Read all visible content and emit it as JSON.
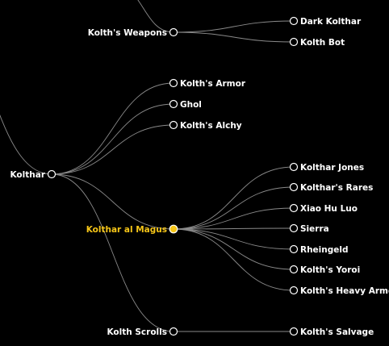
{
  "colors": {
    "background": "#000000",
    "link": "#8a8a8a",
    "node_stroke": "#ffffff",
    "node_fill": "#000000",
    "label": "#ffffff",
    "selected": "#f5c518"
  },
  "tree": {
    "name": "Kolthar",
    "children": [
      {
        "name": "Kolth's Weapons",
        "children": [
          {
            "name": "Dark Kolthar"
          },
          {
            "name": "Kolth Bot"
          }
        ]
      },
      {
        "name": "Kolth's Armor"
      },
      {
        "name": "Ghol"
      },
      {
        "name": "Kolth's Alchy"
      },
      {
        "name": "Kolthar al Magus",
        "selected": true,
        "children": [
          {
            "name": "Kolthar Jones"
          },
          {
            "name": "Kolthar's Rares"
          },
          {
            "name": "Xiao Hu Luo"
          },
          {
            "name": "Sierra"
          },
          {
            "name": "Rheingeld"
          },
          {
            "name": "Kolth's Yoroi"
          },
          {
            "name": "Kolth's Heavy Armor"
          }
        ]
      },
      {
        "name": "Kolth Scrolls",
        "children": [
          {
            "name": "Kolth's Salvage"
          }
        ]
      }
    ]
  }
}
